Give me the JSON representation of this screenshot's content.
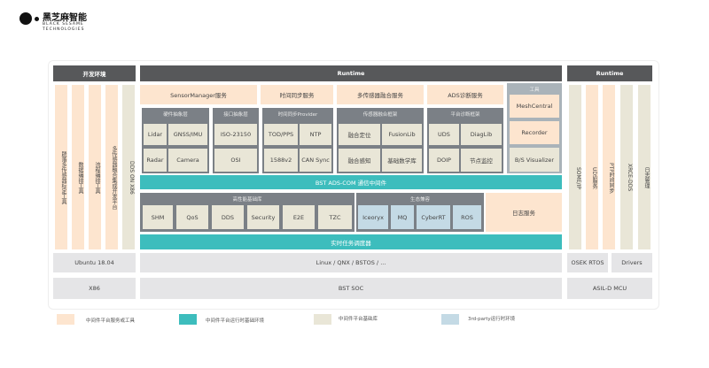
{
  "logo": {
    "cn": "黑芝麻智能",
    "en1": "BLACK SESAME",
    "en2": "TECHNOLOGIES"
  },
  "dev": {
    "header": "开发环境",
    "tools": [
      "跷落多传感器标定工具",
      "数据编排工具",
      "流程编排工具",
      "多传感器融合集成开发平台",
      "DDS ON X86"
    ],
    "os": "Ubuntu 18.04",
    "hw": "X86"
  },
  "runtime": {
    "header": "Runtime",
    "services": [
      "SensorManager服务",
      "时间同步服务",
      "多传感器融合服务",
      "ADS诊断服务"
    ],
    "hal": {
      "title": "硬件抽象层",
      "items": [
        "Lidar",
        "GNSS/IMU",
        "Radar",
        "Camera"
      ]
    },
    "ifl": {
      "title": "接口抽象层",
      "items": [
        "ISO-23150",
        "OSI"
      ]
    },
    "time": {
      "title": "时间同步Provider",
      "items": [
        "TOD/PPS",
        "NTP",
        "1588v2",
        "CAN Sync"
      ]
    },
    "fusion": {
      "title": "传感器融合框架",
      "items": [
        "融合定位",
        "FusionLib",
        "融合感知",
        "基础数学库"
      ]
    },
    "diag": {
      "title": "平台诊断框架",
      "items": [
        "UDS",
        "DiagLib",
        "DOIP",
        "节点监控"
      ]
    },
    "tools": {
      "title": "工具",
      "items": [
        "MeshCentral",
        "Recorder",
        "B/S Visualizer"
      ]
    },
    "com": "BST ADS-COM 通信中间件",
    "perf": {
      "title": "高性能基础库",
      "items": [
        "SHM",
        "QoS",
        "DDS",
        "Security",
        "E2E",
        "TZC"
      ]
    },
    "eco": {
      "title": "生态兼容",
      "items": [
        "Iceoryx",
        "MQ",
        "CyberRT",
        "ROS"
      ]
    },
    "log": "日志服务",
    "sched": "实时任务调度器",
    "os": "Linux / QNX / BSTOS / ...",
    "hw": "BST SOC"
  },
  "mcu": {
    "header": "Runtime",
    "items": [
      "SOME/IP",
      "UDS服务",
      "PTP时间同步",
      "XRCE-DDS",
      "日志管理"
    ],
    "os": "OSEK RTOS",
    "drivers": "Drivers",
    "hw": "ASIL-D MCU"
  },
  "legend": [
    "中间件平台服务或工具",
    "中间件平台运行时基础环境",
    "中间件平台基础库",
    "3rd-party运行时环境"
  ]
}
